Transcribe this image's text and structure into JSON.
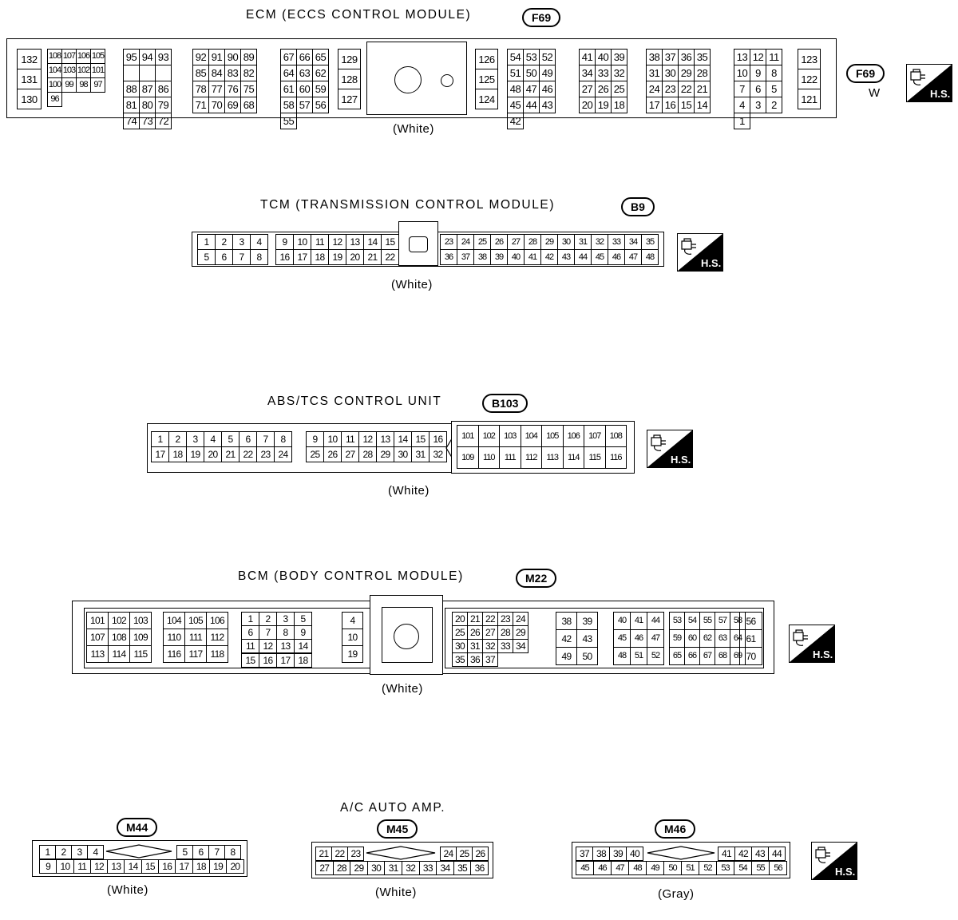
{
  "hs_label": "H.S.",
  "ecm": {
    "title": "ECM (ECCS CONTROL MODULE)",
    "code": "F69",
    "side_code": "F69",
    "side_color": "W",
    "caption": "(White)",
    "g1": [
      "132",
      "131",
      "130"
    ],
    "g2": [
      "108",
      "107",
      "106",
      "105",
      "104",
      "103",
      "102",
      "101",
      "100",
      "99",
      "98",
      "97",
      "96"
    ],
    "g3": [
      "95",
      "94",
      "93",
      "",
      "",
      "",
      "88",
      "87",
      "86",
      "81",
      "80",
      "79",
      "74",
      "73",
      "72"
    ],
    "g4": [
      "92",
      "91",
      "90",
      "89",
      "85",
      "84",
      "83",
      "82",
      "78",
      "77",
      "76",
      "75",
      "71",
      "70",
      "69",
      "68"
    ],
    "g5": [
      "67",
      "66",
      "65",
      "64",
      "63",
      "62",
      "61",
      "60",
      "59",
      "58",
      "57",
      "56",
      "55"
    ],
    "g6": [
      "129",
      "128",
      "127"
    ],
    "g7": [
      "126",
      "125",
      "124"
    ],
    "g8": [
      "54",
      "53",
      "52",
      "51",
      "50",
      "49",
      "48",
      "47",
      "46",
      "45",
      "44",
      "43",
      "42"
    ],
    "g9": [
      "41",
      "40",
      "39",
      "34",
      "33",
      "32",
      "27",
      "26",
      "25",
      "20",
      "19",
      "18"
    ],
    "g10": [
      "38",
      "37",
      "36",
      "35",
      "31",
      "30",
      "29",
      "28",
      "24",
      "23",
      "22",
      "21",
      "17",
      "16",
      "15",
      "14"
    ],
    "g11": [
      "13",
      "12",
      "11",
      "10",
      "9",
      "8",
      "7",
      "6",
      "5",
      "4",
      "3",
      "2",
      "1"
    ],
    "g12": [
      "123",
      "122",
      "121"
    ]
  },
  "tcm": {
    "title": "TCM (TRANSMISSION CONTROL MODULE)",
    "code": "B9",
    "caption": "(White)",
    "g1": [
      "1",
      "2",
      "3",
      "4",
      "5",
      "6",
      "7",
      "8"
    ],
    "g2": [
      "9",
      "10",
      "11",
      "12",
      "13",
      "14",
      "15",
      "16",
      "17",
      "18",
      "19",
      "20",
      "21",
      "22"
    ],
    "g3": [
      "23",
      "24",
      "25",
      "26",
      "27",
      "28",
      "29",
      "30",
      "31",
      "32",
      "33",
      "34",
      "35",
      "36",
      "37",
      "38",
      "39",
      "40",
      "41",
      "42",
      "43",
      "44",
      "45",
      "46",
      "47",
      "48"
    ]
  },
  "abs": {
    "title": "ABS/TCS CONTROL UNIT",
    "code": "B103",
    "caption": "(White)",
    "g1": [
      "1",
      "2",
      "3",
      "4",
      "5",
      "6",
      "7",
      "8",
      "17",
      "18",
      "19",
      "20",
      "21",
      "22",
      "23",
      "24"
    ],
    "g2": [
      "9",
      "10",
      "11",
      "12",
      "13",
      "14",
      "15",
      "16",
      "25",
      "26",
      "27",
      "28",
      "29",
      "30",
      "31",
      "32"
    ],
    "g3": [
      "101",
      "102",
      "103",
      "104",
      "105",
      "106",
      "107",
      "108",
      "109",
      "110",
      "111",
      "112",
      "113",
      "114",
      "115",
      "116"
    ]
  },
  "bcm": {
    "title": "BCM (BODY CONTROL MODULE)",
    "code": "M22",
    "caption": "(White)",
    "g1": [
      "101",
      "102",
      "103",
      "107",
      "108",
      "109",
      "113",
      "114",
      "115"
    ],
    "g2": [
      "104",
      "105",
      "106",
      "110",
      "111",
      "112",
      "116",
      "117",
      "118"
    ],
    "g3": [
      "1",
      "2",
      "3",
      "5",
      "6",
      "7",
      "8",
      "9",
      "11",
      "12",
      "13",
      "14"
    ],
    "g3b": [
      "15",
      "16",
      "17",
      "18"
    ],
    "g4": [
      "4",
      "10",
      "19"
    ],
    "g5": [
      "20",
      "21",
      "22",
      "23",
      "24",
      "25",
      "26",
      "27",
      "28",
      "29",
      "30",
      "31",
      "32",
      "33",
      "34",
      "35",
      "36",
      "37"
    ],
    "g6": [
      "38",
      "39",
      "42",
      "43",
      "49",
      "50"
    ],
    "g7": [
      "40",
      "41",
      "44",
      "45",
      "46",
      "47",
      "48",
      "51",
      "52"
    ],
    "g8": [
      "53",
      "54",
      "55",
      "57",
      "58",
      "59",
      "60",
      "62",
      "63",
      "64",
      "65",
      "66",
      "67",
      "68",
      "69"
    ],
    "g9": [
      "56",
      "61",
      "70"
    ]
  },
  "ac": {
    "title": "A/C AUTO AMP.",
    "m44": {
      "code": "M44",
      "caption": "(White)",
      "top_left": [
        "1",
        "2",
        "3",
        "4"
      ],
      "top_right": [
        "5",
        "6",
        "7",
        "8"
      ],
      "bottom": [
        "9",
        "10",
        "11",
        "12",
        "13",
        "14",
        "15",
        "16",
        "17",
        "18",
        "19",
        "20"
      ]
    },
    "m45": {
      "code": "M45",
      "caption": "(White)",
      "top_left": [
        "21",
        "22",
        "23"
      ],
      "top_right": [
        "24",
        "25",
        "26"
      ],
      "bottom": [
        "27",
        "28",
        "29",
        "30",
        "31",
        "32",
        "33",
        "34",
        "35",
        "36"
      ]
    },
    "m46": {
      "code": "M46",
      "caption": "(Gray)",
      "top_left": [
        "37",
        "38",
        "39",
        "40"
      ],
      "top_right": [
        "41",
        "42",
        "43",
        "44"
      ],
      "bottom": [
        "45",
        "46",
        "47",
        "48",
        "49",
        "50",
        "51",
        "52",
        "53",
        "54",
        "55",
        "56"
      ]
    }
  }
}
